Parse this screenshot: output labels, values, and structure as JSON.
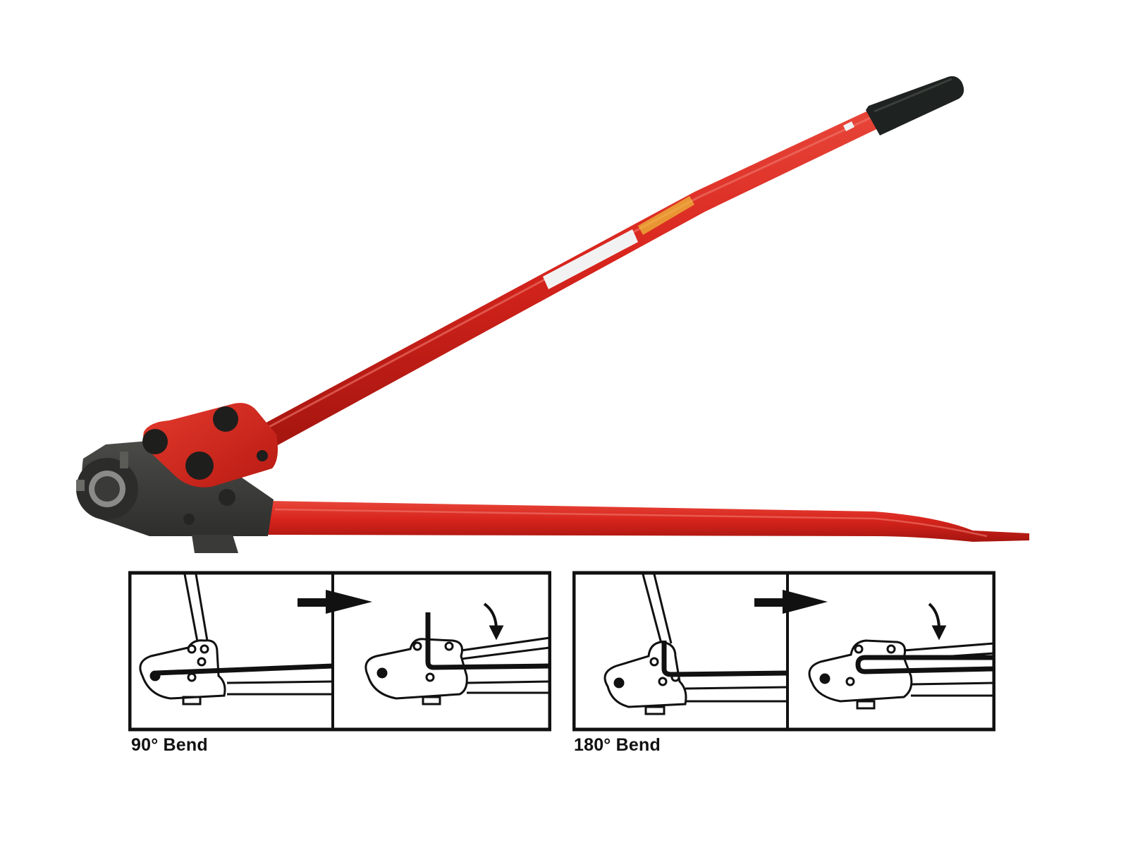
{
  "product": {
    "name": "rebar-cutter-bender",
    "colors": {
      "handle_red": "#d8251d",
      "handle_red_dark": "#a5150f",
      "head_gray": "#3a3a38",
      "grip_black": "#1e2220",
      "label_white": "#f2f2f2",
      "label_yellow": "#f0c23a"
    }
  },
  "diagrams": [
    {
      "caption": "90° Bend",
      "panels": [
        "before",
        "after"
      ],
      "arrow": "right-arrow",
      "motion": "curved-down-arrow"
    },
    {
      "caption": "180° Bend",
      "panels": [
        "before",
        "after"
      ],
      "arrow": "right-arrow",
      "motion": "curved-down-arrow"
    }
  ]
}
